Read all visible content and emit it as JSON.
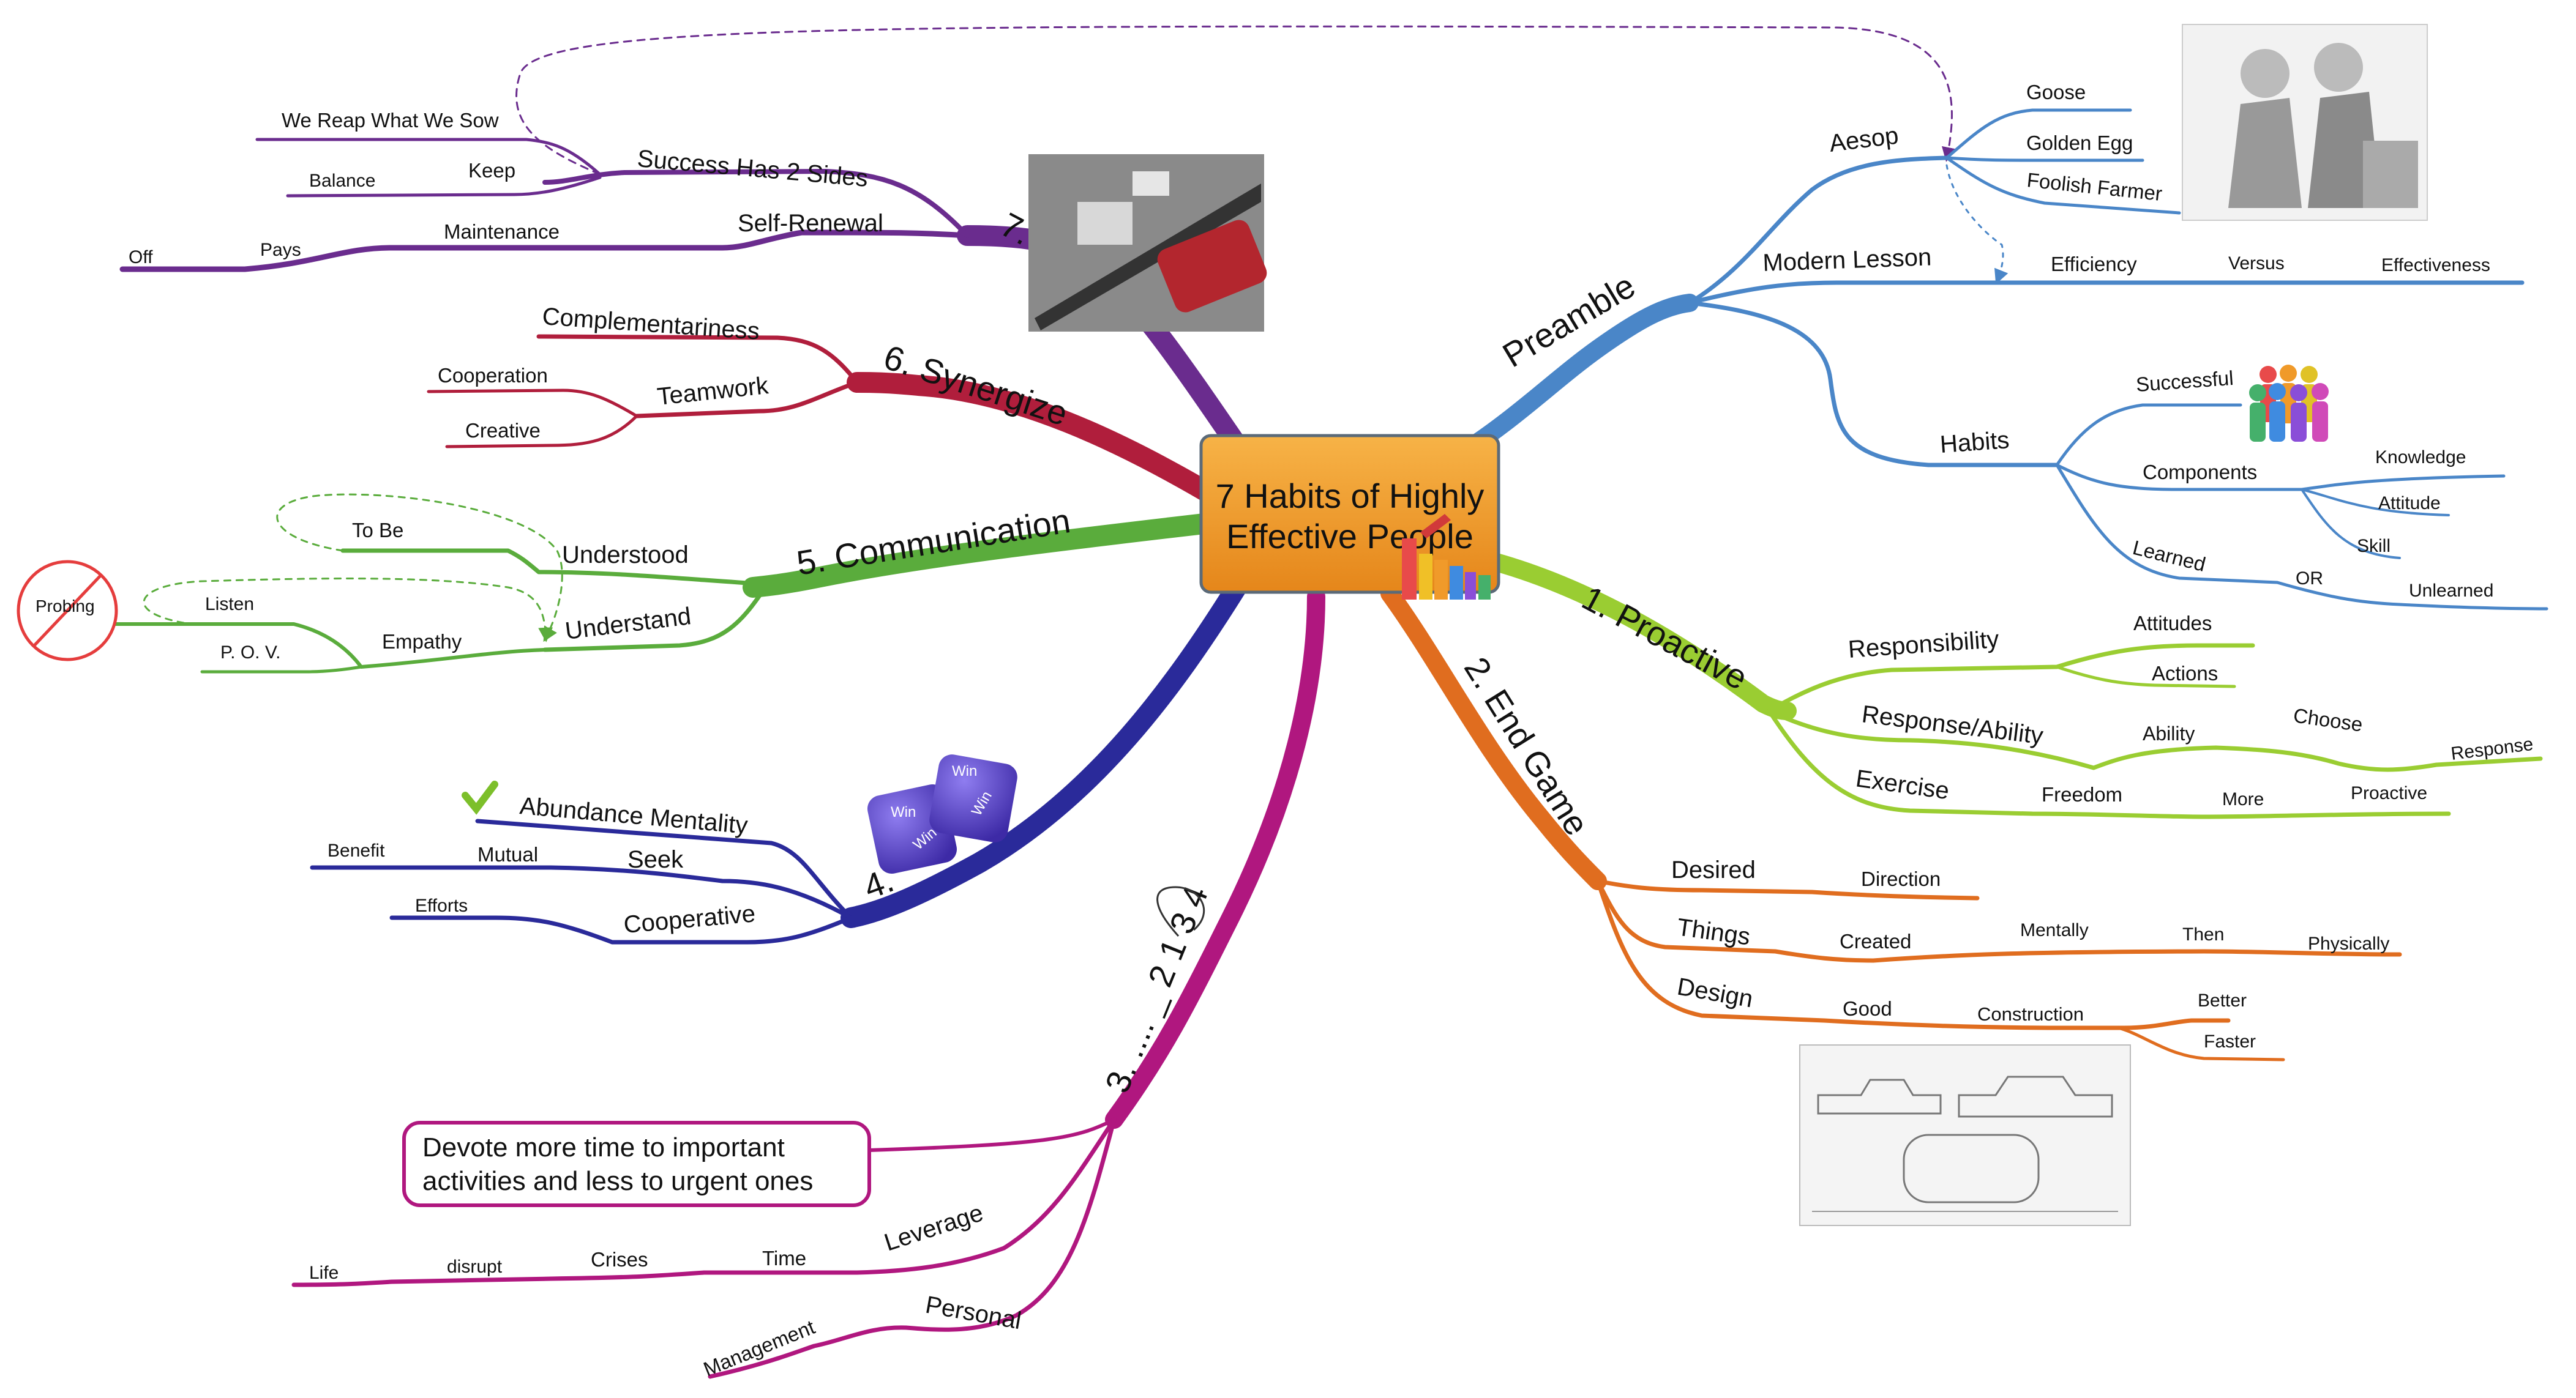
{
  "central": {
    "line1": "7 Habits of Highly",
    "line2": "Effective People"
  },
  "colors": {
    "preamble": "#4a86c8",
    "proactive": "#9acd32",
    "endgame": "#e06d1f",
    "priorities": "#b0177f",
    "winwin": "#2a2a9a",
    "communication": "#5aac3c",
    "synergize": "#b01e3c",
    "renewal": "#6a2c8e",
    "central_fill": "#f0961e"
  },
  "preamble": {
    "label": "Preamble",
    "aesop": {
      "label": "Aesop",
      "goose": "Goose",
      "golden_egg": "Golden Egg",
      "foolish_farmer": "Foolish Farmer"
    },
    "modern_lesson": {
      "label": "Modern Lesson",
      "efficiency": "Efficiency",
      "versus": "Versus",
      "effectiveness": "Effectiveness"
    },
    "habits": {
      "label": "Habits",
      "successful": "Successful",
      "components": "Components",
      "knowledge": "Knowledge",
      "attitude": "Attitude",
      "skill": "Skill",
      "learned": "Learned",
      "or": "OR",
      "unlearned": "Unlearned"
    }
  },
  "proactive": {
    "label": "1. Proactive",
    "responsibility": "Responsibility",
    "attitudes": "Attitudes",
    "actions": "Actions",
    "response_ability": "Response/Ability",
    "ability": "Ability",
    "choose": "Choose",
    "response": "Response",
    "exercise": "Exercise",
    "freedom": "Freedom",
    "more": "More",
    "proactive_leaf": "Proactive"
  },
  "endgame": {
    "label": "2. End Game",
    "desired": "Desired",
    "direction": "Direction",
    "things": "Things",
    "created": "Created",
    "mentally": "Mentally",
    "then": "Then",
    "physically": "Physically",
    "design": "Design",
    "good": "Good",
    "construction": "Construction",
    "better": "Better",
    "faster": "Faster"
  },
  "priorities": {
    "label": "3. .... _ 2 1 3 4",
    "callout_line1": "Devote more time to important",
    "callout_line2": "activities and less to urgent ones",
    "leverage": "Leverage",
    "time": "Time",
    "crises": "Crises",
    "disrupt": "disrupt",
    "life": "Life",
    "personal": "Personal",
    "management": "Management"
  },
  "winwin": {
    "label": "4.",
    "abundance": "Abundance Mentality",
    "seek": "Seek",
    "mutual": "Mutual",
    "benefit": "Benefit",
    "cooperative": "Cooperative",
    "efforts": "Efforts",
    "dice_word": "Win"
  },
  "communication": {
    "label": "5. Communication",
    "understood": "Understood",
    "to_be": "To Be",
    "understand": "Understand",
    "empathy": "Empathy",
    "listen": "Listen",
    "pov": "P. O. V.",
    "probing": "Probing"
  },
  "synergize": {
    "label": "6. Synergize",
    "complementariness": "Complementariness",
    "teamwork": "Teamwork",
    "cooperation": "Cooperation",
    "creative": "Creative"
  },
  "renewal": {
    "label": "7.",
    "success": "Success Has 2 Sides",
    "we_reap": "We Reap What We Sow",
    "keep": "Keep",
    "balance": "Balance",
    "self_renewal": "Self-Renewal",
    "maintenance": "Maintenance",
    "pays": "Pays",
    "off": "Off"
  }
}
